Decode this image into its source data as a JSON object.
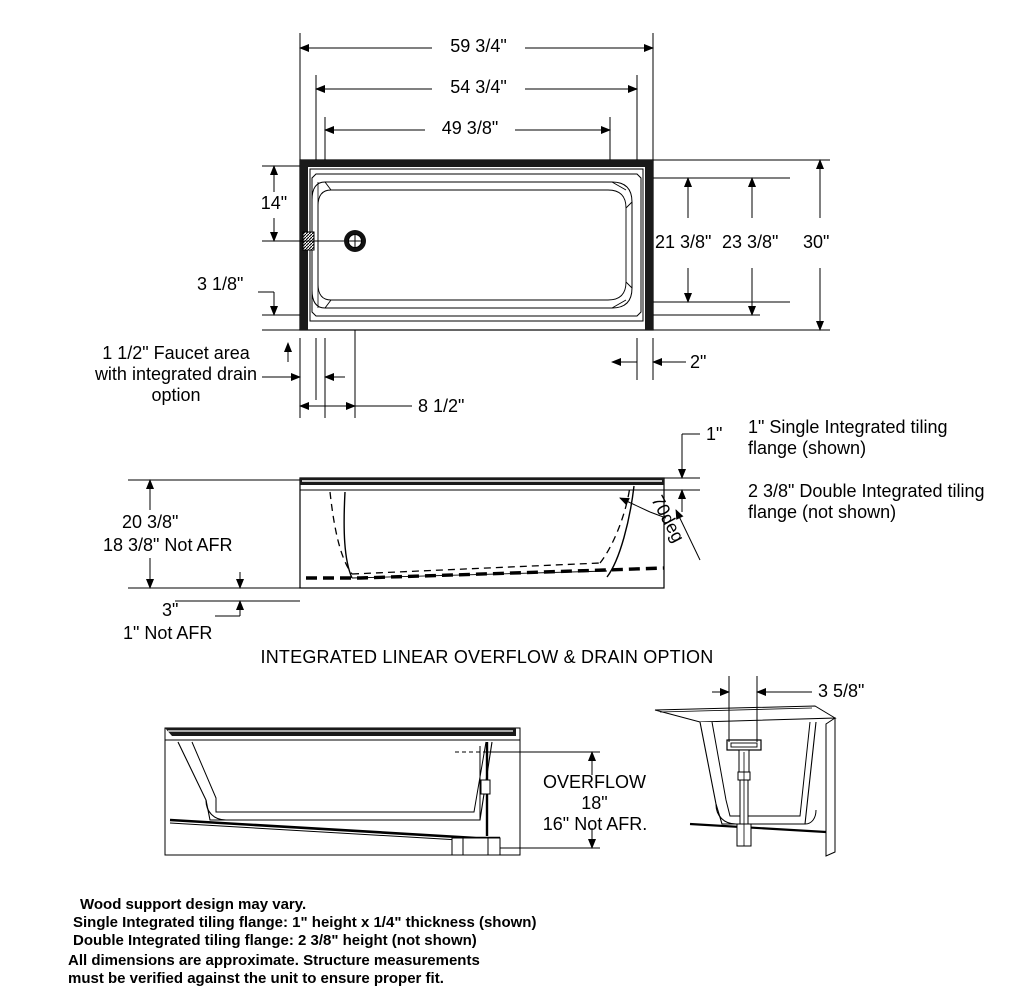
{
  "drawing": {
    "title": "INTEGRATED LINEAR OVERFLOW & DRAIN OPTION",
    "line_color": "#000000",
    "background": "#ffffff"
  },
  "top_view": {
    "dim_overall_length": "59 3/4\"",
    "dim_flange_length": "54 3/4\"",
    "dim_inner_length": "49 3/8\"",
    "dim_drain_from_head": "14\"",
    "dim_lower_offset": "3 1/8\"",
    "dim_faucet_area": "1 1/2\" Faucet area\nwith integrated drain\noption",
    "dim_drain_from_end": "8 1/2\"",
    "dim_right_offset": "2\"",
    "dim_inner_width": "21 3/8\"",
    "dim_flange_width": "23 3/8\"",
    "dim_overall_width": "30\""
  },
  "side_view": {
    "dim_height": "20 3/8\"",
    "dim_height_alt": "18 3/8\" Not AFR",
    "dim_base": "3\"",
    "dim_base_alt": "1\" Not AFR",
    "dim_angle": "70deg",
    "dim_flange_height": "1\"",
    "note_single_flange": "1\" Single Integrated tiling\nflange (shown)",
    "note_double_flange": "2 3/8\" Double Integrated tiling\nflange (not shown)"
  },
  "overflow_view": {
    "label_overflow": "OVERFLOW",
    "dim_overflow": "18\"",
    "dim_overflow_alt": "16\" Not AFR."
  },
  "end_view": {
    "dim_drain_offset": "3 5/8\""
  },
  "footer": {
    "line1": "Wood support design may vary.",
    "line2": "Single Integrated tiling flange: 1\" height x 1/4\" thickness (shown)",
    "line3": "Double Integrated tiling flange: 2 3/8\" height (not shown)",
    "line4": "All dimensions are approximate. Structure measurements",
    "line5": "must be verified against the unit to ensure proper fit."
  }
}
